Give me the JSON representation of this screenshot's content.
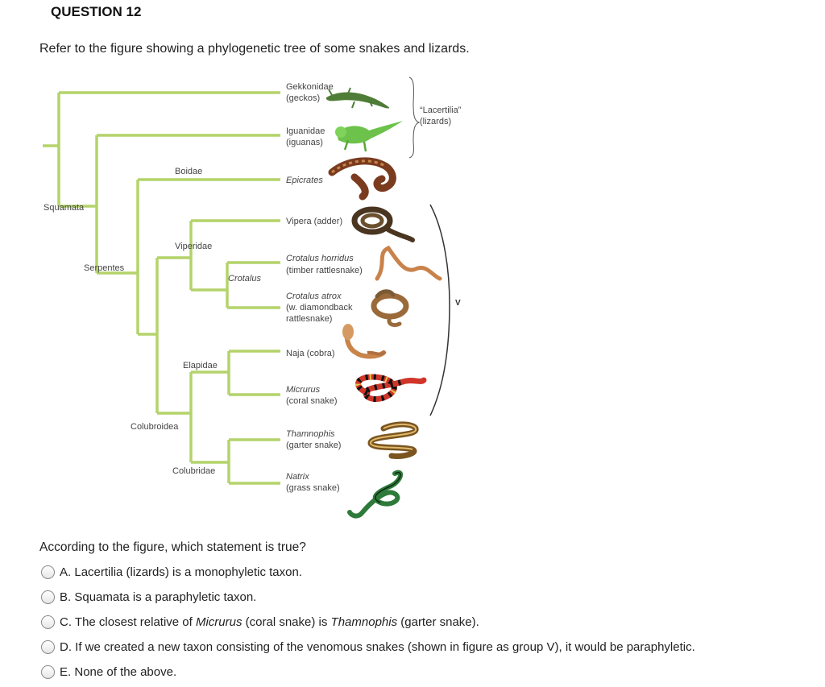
{
  "question": {
    "title": "QUESTION 12",
    "prompt": "Refer to the figure showing a phylogenetic tree of some snakes and lizards.",
    "stem": "According to the figure, which statement is true?"
  },
  "figure": {
    "clades": {
      "squamata": "Squamata",
      "serpentes": "Serpentes",
      "boidae": "Boidae",
      "viperidae": "Viperidae",
      "crotalus": "Crotalus",
      "elapidae": "Elapidae",
      "colubroidea": "Colubroidea",
      "colubridae": "Colubridae"
    },
    "taxa": {
      "gekkonidae": {
        "line1": "Gekkonidae",
        "line2": "(geckos)"
      },
      "iguanidae": {
        "line1": "Iguanidae",
        "line2": "(iguanas)"
      },
      "epicrates": {
        "line1": "Epicrates"
      },
      "vipera": {
        "line1": "Vipera (adder)"
      },
      "crotalus_horridus": {
        "line1": "Crotalus horridus",
        "line2": "(timber rattlesnake)"
      },
      "crotalus_atrox": {
        "line1": "Crotalus atrox",
        "line2": "(w. diamondback",
        "line3": "rattlesnake)"
      },
      "naja": {
        "line1": "Naja (cobra)"
      },
      "micrurus": {
        "line1": "Micrurus",
        "line2": "(coral snake)"
      },
      "thamnophis": {
        "line1": "Thamnophis",
        "line2": "(garter snake)"
      },
      "natrix": {
        "line1": "Natrix",
        "line2": "(grass snake)"
      }
    },
    "groups": {
      "lacertilia_line1": "“Lacertilia”",
      "lacertilia_line2": "(lizards)",
      "venomous": "V"
    },
    "colors": {
      "branch": "#b4d36a",
      "bracket": "#555555"
    }
  },
  "options": [
    {
      "letter": "A.",
      "pre": "Lacertilia (lizards) is a monophyletic taxon.",
      "em1": "",
      "mid": "",
      "em2": "",
      "post": ""
    },
    {
      "letter": "B.",
      "pre": "Squamata is a paraphyletic taxon.",
      "em1": "",
      "mid": "",
      "em2": "",
      "post": ""
    },
    {
      "letter": "C.",
      "pre": "The closest relative of ",
      "em1": "Micrurus",
      "mid": " (coral snake) is ",
      "em2": "Thamnophis",
      "post": " (garter snake)."
    },
    {
      "letter": "D.",
      "pre": "If we created a new taxon consisting of the venomous snakes (shown in figure as group V), it would be paraphyletic.",
      "em1": "",
      "mid": "",
      "em2": "",
      "post": ""
    },
    {
      "letter": "E.",
      "pre": "None of the above.",
      "em1": "",
      "mid": "",
      "em2": "",
      "post": ""
    }
  ]
}
